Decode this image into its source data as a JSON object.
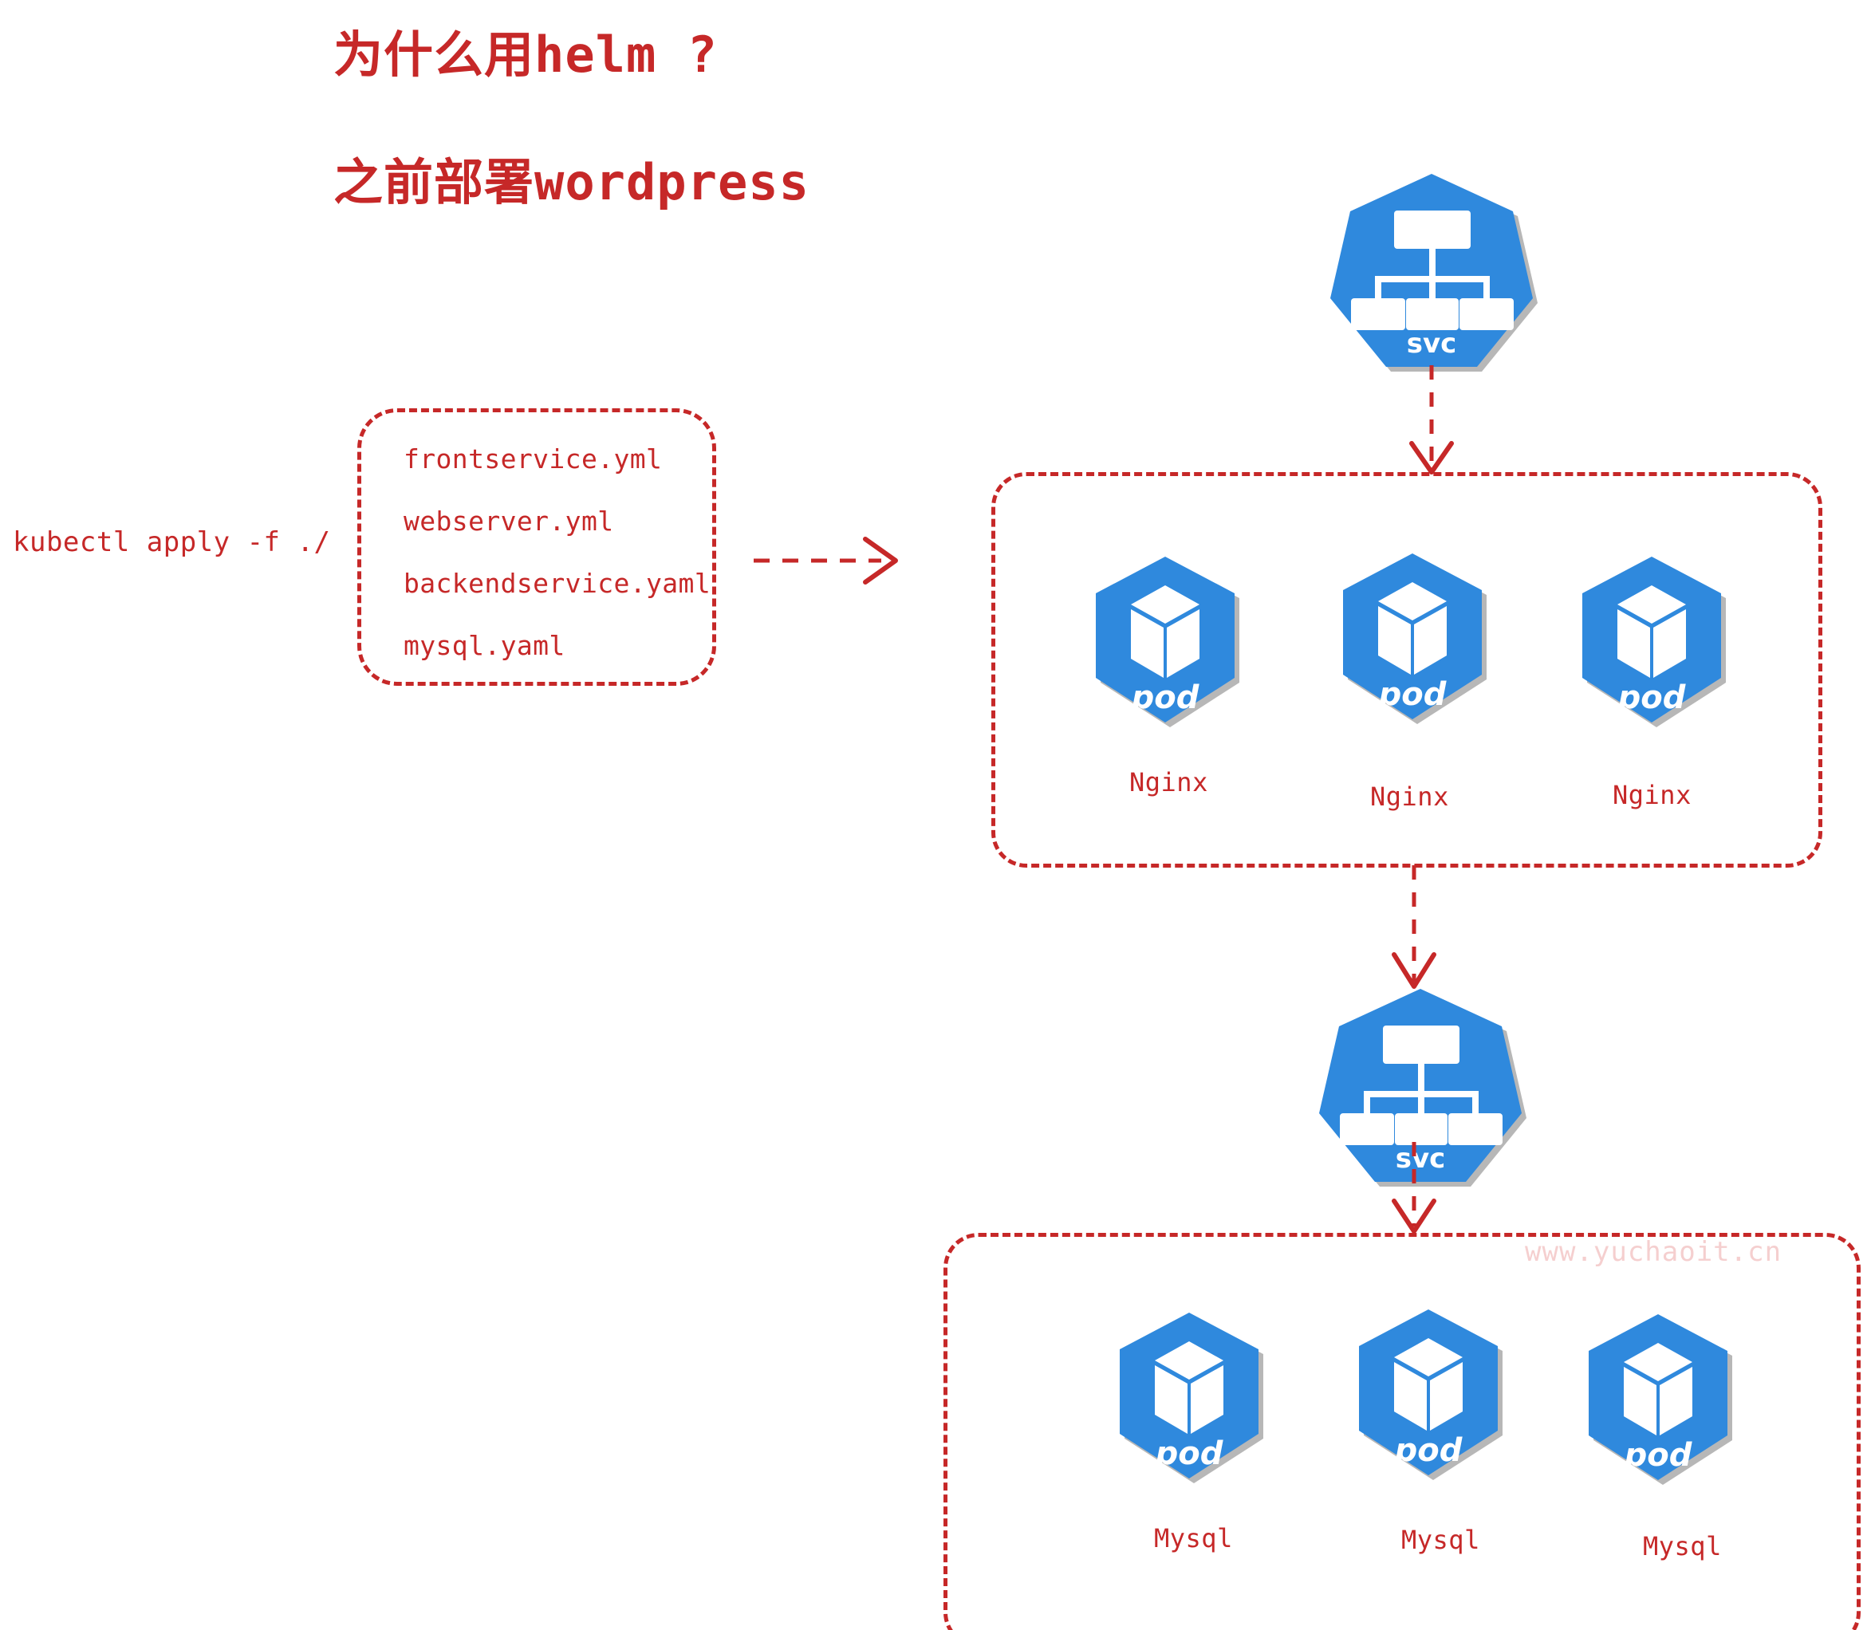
{
  "title": {
    "line1": "为什么用helm ?",
    "line2": "之前部署wordpress"
  },
  "command": {
    "text": "kubectl apply -f ./"
  },
  "manifest_box": {
    "files": [
      "frontservice.yml",
      "webserver.yml",
      "backendservice.yaml",
      "mysql.yaml"
    ]
  },
  "frontend_tier": {
    "service": {
      "label": "svc"
    },
    "pods": [
      {
        "icon_label": "pod",
        "caption": "Nginx"
      },
      {
        "icon_label": "pod",
        "caption": "Nginx"
      },
      {
        "icon_label": "pod",
        "caption": "Nginx"
      }
    ]
  },
  "backend_tier": {
    "service": {
      "label": "svc"
    },
    "pods": [
      {
        "icon_label": "pod",
        "caption": "Mysql"
      },
      {
        "icon_label": "pod",
        "caption": "Mysql"
      },
      {
        "icon_label": "pod",
        "caption": "Mysql"
      }
    ]
  },
  "watermark": {
    "text": "www.yuchaoit.cn"
  },
  "colors": {
    "accent_red": "#c62828",
    "k8s_blue": "#2f89dd",
    "watermark_pink": "#f5cfcf",
    "background": "#ffffff",
    "shadow_gray": "#b7b7b7"
  }
}
